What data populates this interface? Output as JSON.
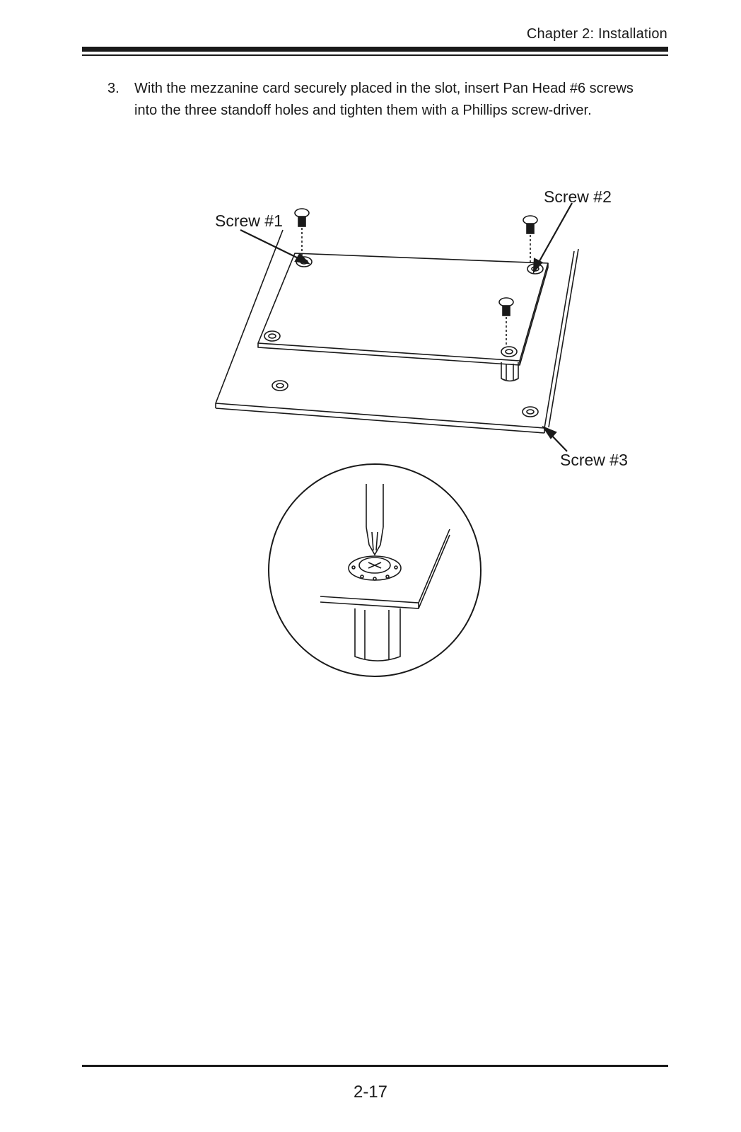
{
  "header": {
    "chapter": "Chapter 2: Installation"
  },
  "step": {
    "number": "3.",
    "text": "With the mezzanine card securely placed in the slot, insert Pan Head #6 screws into the three standoff holes and tighten them with a Phillips screw-driver."
  },
  "figure": {
    "labels": {
      "screw1": "Screw #1",
      "screw2": "Screw #2",
      "screw3": "Screw #3"
    }
  },
  "footer": {
    "page_number": "2-17"
  }
}
